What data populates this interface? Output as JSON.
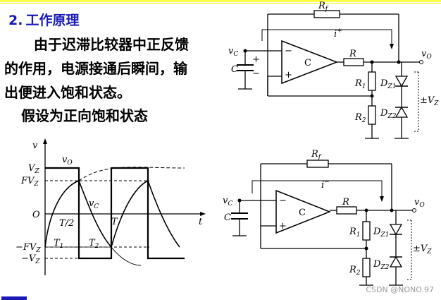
{
  "header": {
    "number": "2.",
    "title": "工作原理"
  },
  "text": {
    "paragraph_lines": [
      "由于迟滞比较器中正反馈",
      "的作用，电源接通后瞬间，输",
      "出便进入饱和状态。"
    ],
    "assumption": "假设为正向饱和状态"
  },
  "graph": {
    "v_axis": "v",
    "t_axis": "t",
    "origin": "O",
    "vz_pos": "V",
    "fvz_pos": "FV",
    "fvz_neg": "−FV",
    "vz_neg": "−V",
    "sub_z": "Z",
    "vo_label": "v",
    "vo_sub": "O",
    "vc_label": "v",
    "vc_sub": "C",
    "t_half": "T/2",
    "t_full": "T",
    "t1": "T",
    "t1_sub": "1",
    "t2": "T",
    "t2_sub": "2"
  },
  "circuit_top": {
    "rf": "R",
    "rf_sub": "f",
    "current": "i",
    "current_sup": "+",
    "vc": "v",
    "vc_sub": "C",
    "cap": "C",
    "plus": "+",
    "minus": "−",
    "opamp_label": "C",
    "r": "R",
    "vo": "v",
    "vo_sub": "O",
    "r1": "R",
    "r1_sub": "1",
    "r2": "R",
    "r2_sub": "2",
    "dz1": "D",
    "dz1_sub": "Z1",
    "dz2": "D",
    "dz2_sub": "Z2",
    "pm_vz": "±V",
    "pm_sub": "Z"
  },
  "circuit_bottom": {
    "rf": "R",
    "rf_sub": "f",
    "current": "i",
    "current_sup": "−",
    "vc": "v",
    "vc_sub": "C",
    "cap": "C",
    "plus": "+",
    "minus": "−",
    "opamp_label": "C",
    "r": "R",
    "vo": "v",
    "vo_sub": "O",
    "r1": "R",
    "r1_sub": "1",
    "r2": "R",
    "r2_sub": "2",
    "dz1": "D",
    "dz1_sub": "Z1",
    "dz2": "D",
    "dz2_sub": "Z2",
    "pm_vz": "±V",
    "pm_sub": "Z"
  },
  "watermark": "CSDN @NONO.97",
  "colors": {
    "heading": "#1a1ab8",
    "stripe": "#ffff00",
    "line": "#000000"
  }
}
